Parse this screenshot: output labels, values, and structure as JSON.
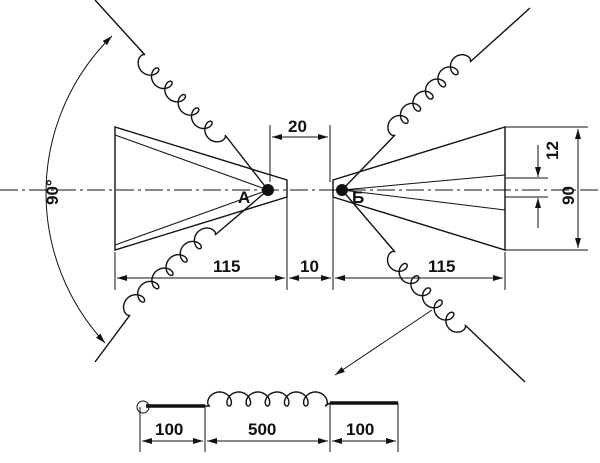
{
  "labels": {
    "angle": "90°",
    "gap_top": "20",
    "offset": "12",
    "height": "90",
    "point_a": "А",
    "point_b": "Б",
    "left_length": "115",
    "gap_bottom": "10",
    "right_length": "115"
  },
  "detail": {
    "left_lead": "100",
    "coil_length": "500",
    "right_lead": "100"
  }
}
